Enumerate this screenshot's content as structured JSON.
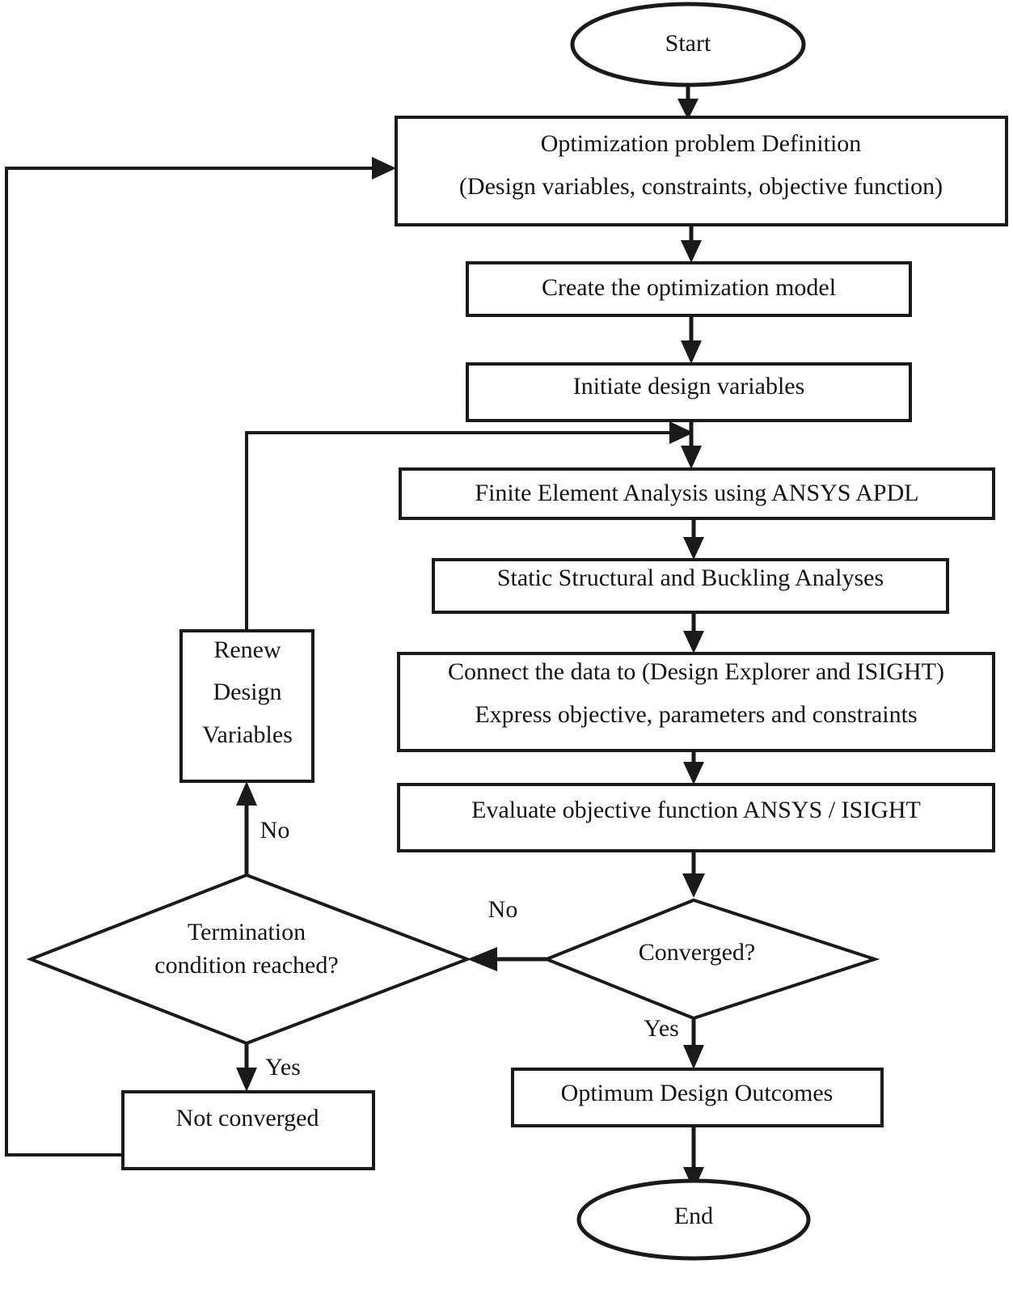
{
  "diagram": {
    "title": "Optimization workflow flowchart",
    "type": "flowchart",
    "stroke_color": "#1a1a1a",
    "fill_color": "#ffffff",
    "text_color": "#141414"
  },
  "nodes": {
    "start": {
      "label": "Start",
      "shape": "ellipse"
    },
    "problem_definition": {
      "line1": "Optimization problem Definition",
      "line2": "(Design variables, constraints, objective function)",
      "shape": "rectangle"
    },
    "create_model": {
      "label": "Create the optimization model",
      "shape": "rectangle"
    },
    "initiate_variables": {
      "label": "Initiate design variables",
      "shape": "rectangle"
    },
    "fea": {
      "label": "Finite Element Analysis using ANSYS APDL",
      "shape": "rectangle"
    },
    "analyses": {
      "label": "Static Structural and Buckling Analyses",
      "shape": "rectangle"
    },
    "connect_data": {
      "line1": "Connect the data to (Design Explorer and ISIGHT)",
      "line2": "Express objective, parameters and constraints",
      "shape": "rectangle"
    },
    "evaluate": {
      "label": "Evaluate objective function ANSYS / ISIGHT",
      "shape": "rectangle"
    },
    "converged": {
      "label": "Converged?",
      "shape": "diamond"
    },
    "termination": {
      "line1": "Termination",
      "line2": "condition reached?",
      "shape": "diamond"
    },
    "renew": {
      "line1": "Renew",
      "line2": "Design",
      "line3": "Variables",
      "shape": "rectangle"
    },
    "not_converged": {
      "label": "Not converged",
      "shape": "rectangle"
    },
    "optimum_outcomes": {
      "label": "Optimum Design Outcomes",
      "shape": "rectangle"
    },
    "end": {
      "label": "End",
      "shape": "ellipse"
    }
  },
  "edge_labels": {
    "converged_no": "No",
    "converged_yes": "Yes",
    "termination_no": "No",
    "termination_yes": "Yes"
  }
}
